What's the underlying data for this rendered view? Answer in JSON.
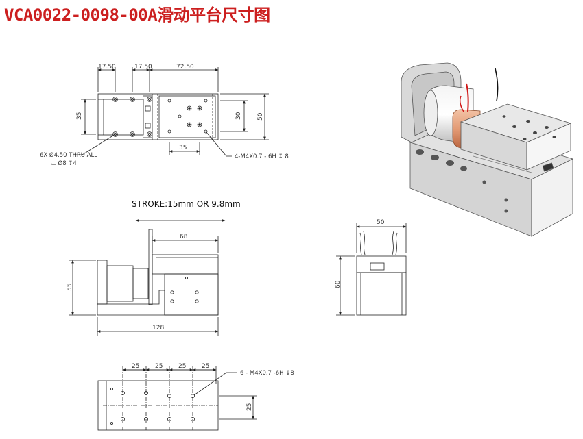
{
  "title": "VCA0022-0098-00A滑动平台尺寸图",
  "top_view": {
    "dim_a": "17.50",
    "dim_b": "17.50",
    "dim_c": "72.50",
    "dim_height_left": "35",
    "dim_height_mid": "30",
    "dim_height_right": "50",
    "dim_bottom": "35",
    "note_holes_line1": "6X Ø4.50 THRU ALL",
    "note_holes_line2": "⌴ Ø8 ↧4",
    "note_tap": "4-M4X0.7 - 6H ↧ 8"
  },
  "stroke_label": "STROKE:15mm OR 9.8mm",
  "side_view": {
    "dim_top": "68",
    "dim_height": "55",
    "dim_length": "128"
  },
  "end_view": {
    "dim_width": "50",
    "dim_height": "60"
  },
  "bottom_view": {
    "pitch_1": "25",
    "pitch_2": "25",
    "pitch_3": "25",
    "pitch_4": "25",
    "dim_side": "25",
    "note_tap": "6 - M4X0.7 -6H ↧8"
  },
  "colors": {
    "title": "#cc1f1f",
    "line": "#222222",
    "copper": "#c8734e",
    "wire_red": "#d01818",
    "body_gray": "#dcdcdc"
  }
}
